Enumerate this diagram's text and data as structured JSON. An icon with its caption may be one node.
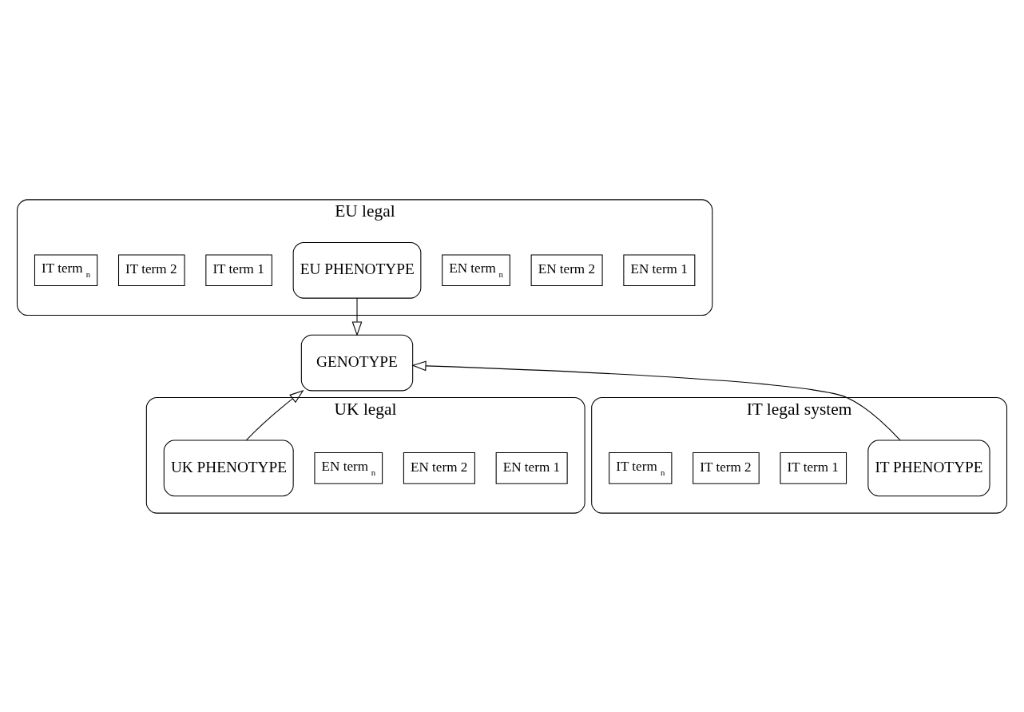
{
  "diagram": {
    "nodes": [
      {
        "text": [
          "EU legal"
        ]
      },
      {
        "text": [
          "EN term 1"
        ],
        "in": 0
      },
      {
        "text": [
          "EN term 2"
        ],
        "in": 0
      },
      {
        "text": [
          "EN term $_{n}$"
        ],
        "in": 0
      },
      {
        "text": [
          "EU PHENOTYPE"
        ],
        "in": 0
      },
      {
        "text": [
          "IT term 1"
        ],
        "in": 0
      },
      {
        "text": [
          "IT term 2"
        ],
        "in": 0
      },
      {
        "text": [
          "IT term $_{n}$"
        ],
        "in": 0
      },
      {
        "text": [
          "GENOTYPE"
        ]
      },
      {
        "text": [
          "UK legal"
        ]
      },
      {
        "text": [
          "EN term 1"
        ],
        "in": 9
      },
      {
        "text": [
          "EN term 2"
        ],
        "in": 9
      },
      {
        "text": [
          "EN term $_{n}$"
        ],
        "in": 9
      },
      {
        "text": [
          "UK PHENOTYPE"
        ],
        "in": 9
      },
      {
        "text": [
          "IT legal system"
        ]
      },
      {
        "text": [
          "IT PHENOTYPE"
        ],
        "in": 14
      },
      {
        "text": [
          "IT term 1"
        ],
        "in": 14
      },
      {
        "text": [
          "IT term 2"
        ],
        "in": 14
      },
      {
        "text": [
          "IT term $_{n}$"
        ],
        "in": 14
      }
    ],
    "edges": [
      {
        "from": 4,
        "to": 8,
        "arrow": "to"
      },
      {
        "from": 13,
        "to": 8,
        "arrow": "to"
      },
      {
        "from": 15,
        "to": 8,
        "arrow": "to"
      }
    ]
  }
}
